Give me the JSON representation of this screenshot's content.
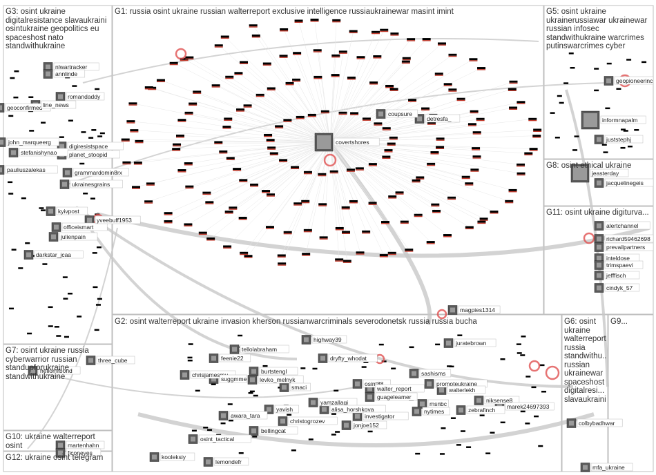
{
  "colors": {
    "group_border": "#bfbfbf",
    "edge": "#c8c8c8",
    "node_marker": "#000000",
    "node_accent": "#c0392b",
    "label_bg": "#ffffff"
  },
  "groups": [
    {
      "id": "G1",
      "title": "G1: russia osint ukraine russian walterreport exclusive intelligence russiaukrainewar masint imint"
    },
    {
      "id": "G2",
      "title": "G2: osint walterreport ukraine invasion kherson russianwarcriminals severodonetsk russia russia bucha"
    },
    {
      "id": "G3",
      "title": "G3: osint ukraine\ndigitalresistance slavaukraini\nosintukraine geopolitics eu\nspaceshost nato\nstandwithukraine"
    },
    {
      "id": "G5",
      "title": "G5: osint ukraine\nukrainerussiawar ukrainewar\nrussian infosec\nstandwithukraine warcrimes\nputinswarcrimes cyber"
    },
    {
      "id": "G6",
      "title": "G6: osint\nukraine\nwalterreport\nrussia\nstandwithu...\nrussian\nukrainewar\nspaceshost\ndigitalresi...\nslavaukraini"
    },
    {
      "id": "G7",
      "title": "G7: osint ukraine russia\ncyberwarrior russian\nstandupforukraine\nstandwithukraine"
    },
    {
      "id": "G8",
      "title": "G8: osint ethical ukraine"
    },
    {
      "id": "G9",
      "title": "G9..."
    },
    {
      "id": "G10",
      "title": "G10: ukraine walterreport\nosint"
    },
    {
      "id": "G11",
      "title": "G11: osint ukraine digiturva..."
    },
    {
      "id": "G12",
      "title": "G12: ukraine osint telegram"
    }
  ],
  "nodes": {
    "g1": [
      "covertshores",
      "coupsure",
      "detresfa_"
    ],
    "g2": [
      "highway39",
      "tellolabraham",
      "juratebrown",
      "feenie22",
      "chrisjamesmu",
      "burtstengl",
      "suggmme",
      "levko_melnyk",
      "smaci",
      "dryfty_whodat",
      "osint88",
      "walter_report",
      "guageleamer",
      "sashisms",
      "promoteukraine",
      "walterlekh",
      "msnbc",
      "niksense8",
      "zebrafinch",
      "nytimes",
      "yavish",
      "yamzallagi",
      "alisa_horshkova",
      "christogrozev",
      "bellingcat",
      "jonjoe152",
      "investigator",
      "awara_tara",
      "marek24697393",
      "osint_tactical",
      "kooleksiy",
      "lemondefr",
      "magpies1314"
    ],
    "g3": [
      "nlwartracker",
      "annlinde",
      "geoconfirmed",
      "romandaddy",
      "line_news",
      "john_marqueerg",
      "digiresistspace",
      "stefanishynao",
      "planet_stoopid",
      "pauliuszalekas",
      "grammardomin8rx",
      "ukrainesgrains",
      "kyivpost",
      "officeismart",
      "julienpain",
      "darkstar_jcaa",
      "yveebuff1953"
    ],
    "g5": [
      "geopioneerinc",
      "informnapalm",
      "juststephj"
    ],
    "g6": [
      "colbybadhwar",
      "mfa_ukraine"
    ],
    "g7": [
      "three_cube",
      "hellomrbond"
    ],
    "g8": [
      "jeasterday",
      "jacquelinegeis"
    ],
    "g11": [
      "alertchannel",
      "richard59462698",
      "prevailpartners",
      "inteldose",
      "trimspaevi",
      "jefffisch",
      "cindyk_57"
    ],
    "g12": [
      "martenhahn",
      "ficoneyes"
    ]
  }
}
